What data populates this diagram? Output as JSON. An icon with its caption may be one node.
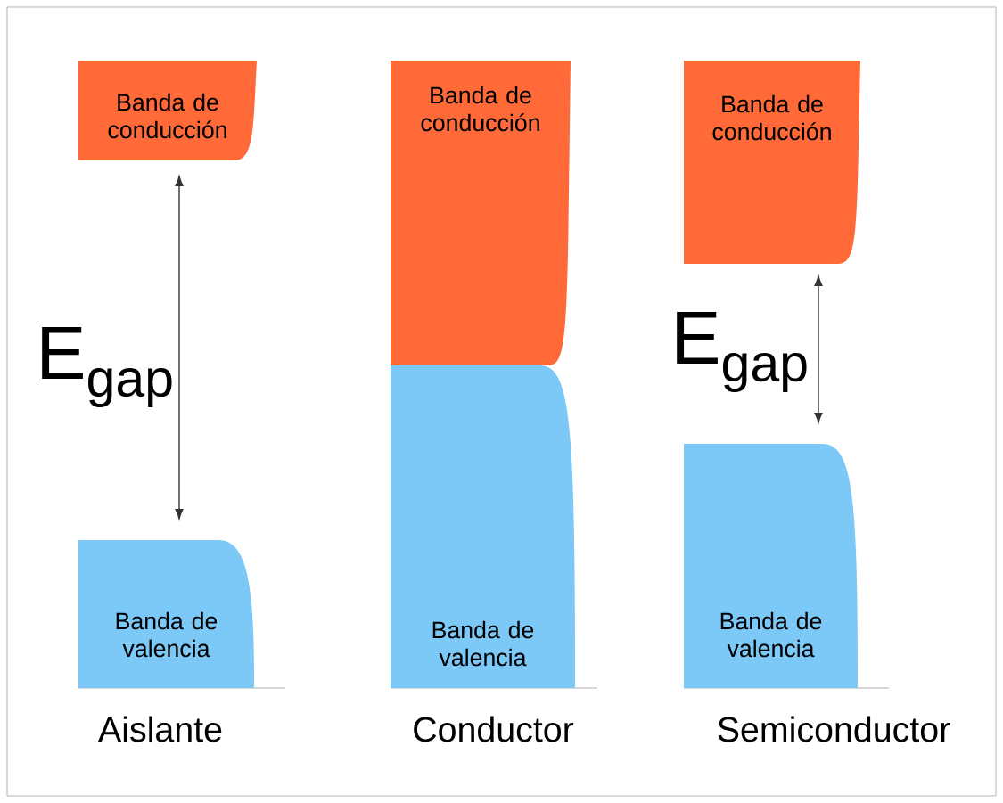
{
  "diagram": {
    "nodes": [
      {
        "text": [
          "Banda de conducción"
        ]
      },
      {
        "text": [
          "Banda de valencia"
        ]
      },
      {
        "text": [
          "Banda de conducción"
        ]
      },
      {
        "text": [
          "Banda de valencia"
        ]
      },
      {
        "text": [
          "Banda de conducción"
        ]
      },
      {
        "text": [
          "Banda de valencia"
        ]
      }
    ],
    "labels": [
      "E$_{gap}$",
      "E$_{gap}$",
      "Aislante",
      "Conductor",
      "Semiconductor"
    ]
  }
}
